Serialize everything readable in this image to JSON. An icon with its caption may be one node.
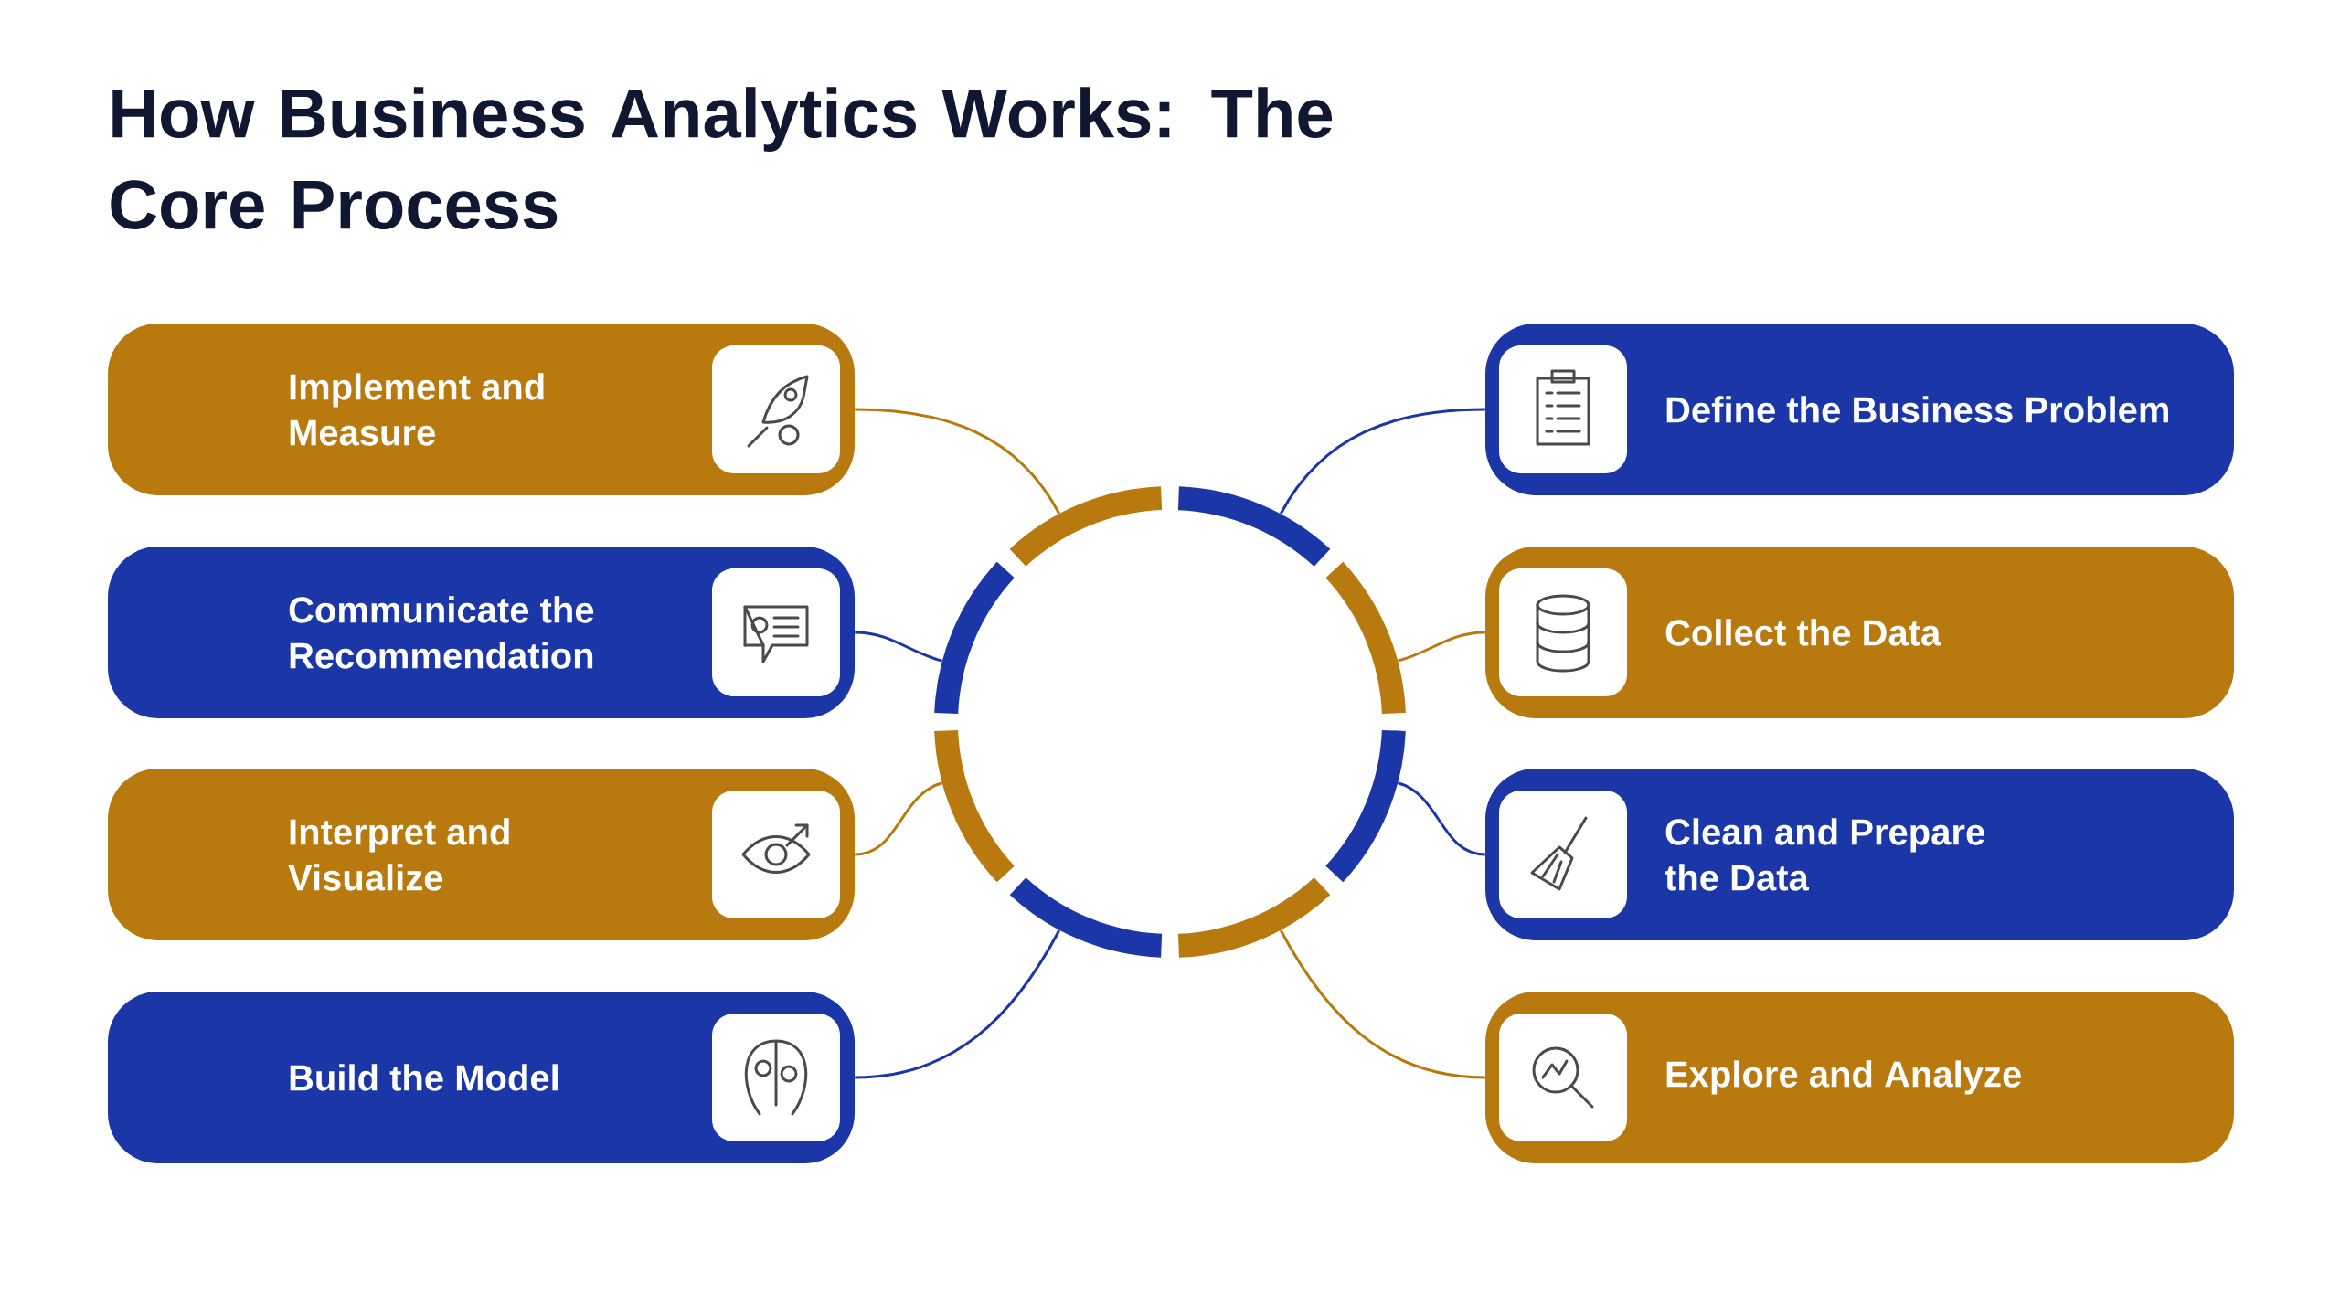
{
  "diagram": {
    "title": "How Business Analytics Works: The Core Process",
    "nodes": [
      {
        "text": [
          "Define the Business Problem"
        ]
      },
      {
        "text": [
          "Collect the Data"
        ]
      },
      {
        "text": [
          "Clean and Prepare the Data"
        ]
      },
      {
        "text": [
          "Explore and Analyze"
        ]
      },
      {
        "text": [
          "Build the Model"
        ]
      },
      {
        "text": [
          "Interpret and Visualize"
        ]
      },
      {
        "text": [
          "Communicate the Recommendation"
        ]
      },
      {
        "text": [
          "Implement and Measure"
        ]
      },
      {
        "text": [],
        "shape": "circle"
      }
    ],
    "edges": [
      {
        "from": 0,
        "to": 8,
        "arrow": "none",
        "color": "#1b36a6"
      },
      {
        "from": 1,
        "to": 8,
        "arrow": "none",
        "color": "#b8790f"
      },
      {
        "from": 2,
        "to": 8,
        "arrow": "none",
        "color": "#1b36a6"
      },
      {
        "from": 3,
        "to": 8,
        "arrow": "none",
        "color": "#b8790f"
      },
      {
        "from": 4,
        "to": 8,
        "arrow": "none",
        "color": "#1b36a6"
      },
      {
        "from": 5,
        "to": 8,
        "arrow": "none",
        "color": "#b8790f"
      },
      {
        "from": 6,
        "to": 8,
        "arrow": "none",
        "color": "#1b36a6"
      },
      {
        "from": 7,
        "to": 8,
        "arrow": "none",
        "color": "#b8790f"
      }
    ]
  }
}
